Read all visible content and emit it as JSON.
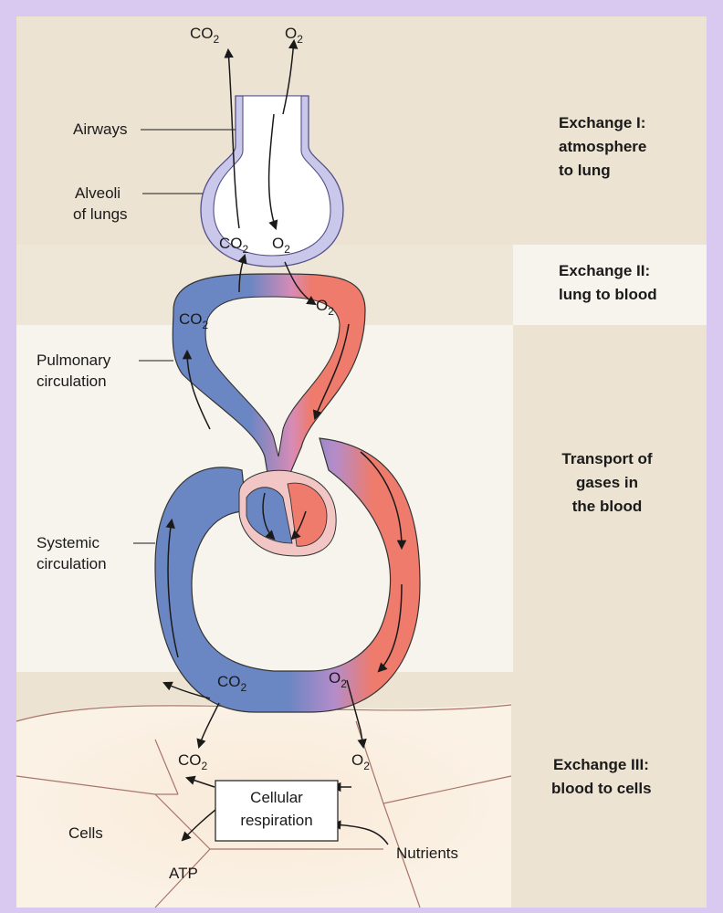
{
  "labels": {
    "airways": "Airways",
    "alveoli_1": "Alveoli",
    "alveoli_2": "of lungs",
    "pulmonary_1": "Pulmonary",
    "pulmonary_2": "circulation",
    "systemic_1": "Systemic",
    "systemic_2": "circulation",
    "cells": "Cells",
    "cellular_1": "Cellular",
    "cellular_2": "respiration",
    "nutrients": "Nutrients",
    "atp": "ATP"
  },
  "gases": {
    "co2_main": "CO",
    "co2_sub": "2",
    "o2_main": "O",
    "o2_sub": "2"
  },
  "sections": {
    "exchange_1": [
      "Exchange I:",
      "atmosphere",
      "to lung"
    ],
    "exchange_2": [
      "Exchange II:",
      "lung to blood"
    ],
    "transport": [
      "Transport of",
      "gases in",
      "the blood"
    ],
    "exchange_3": [
      "Exchange III:",
      "blood to cells"
    ]
  },
  "colors": {
    "band_tan": "#ece3d2",
    "band_white": "#f7f4ee",
    "deoxygenated": "#6a86c3",
    "oxygenated": "#ee7b6c",
    "airway": "#c9c7ea",
    "frame": "#cdb6ee"
  }
}
